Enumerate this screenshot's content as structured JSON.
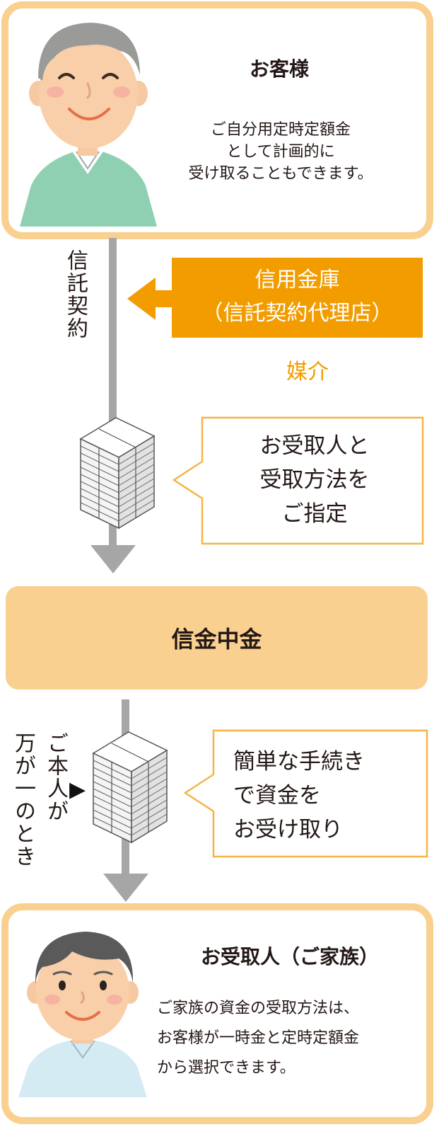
{
  "customer": {
    "title": "お客様",
    "description": "ご自分用定時定額金\nとして計画的に\n受け取ることもできます。"
  },
  "flow_top": {
    "vertical_label": "信託契約"
  },
  "agent": {
    "name": "信用金庫\n（信託契約代理店）",
    "mediation_label": "媒介"
  },
  "note_designate": {
    "text": "お受取人と\n受取方法を\nご指定"
  },
  "center": {
    "label": "信金中金"
  },
  "flow_bottom": {
    "condition_col1": "ご本人が",
    "condition_col2": "万が一のとき",
    "condition_marker": "▶"
  },
  "note_receive": {
    "text": "簡単な手続き\nで資金を\nお受け取り"
  },
  "beneficiary": {
    "title": "お受取人（ご家族）",
    "description": "ご家族の資金の受取方法は、\nお客様が一時金と定時定額金\nから選択できます。"
  },
  "colors": {
    "card_border": "#f9d08f",
    "accent_orange": "#f29c00",
    "arrow_gray": "#a6a6a6",
    "bubble_border": "#f6b448"
  }
}
